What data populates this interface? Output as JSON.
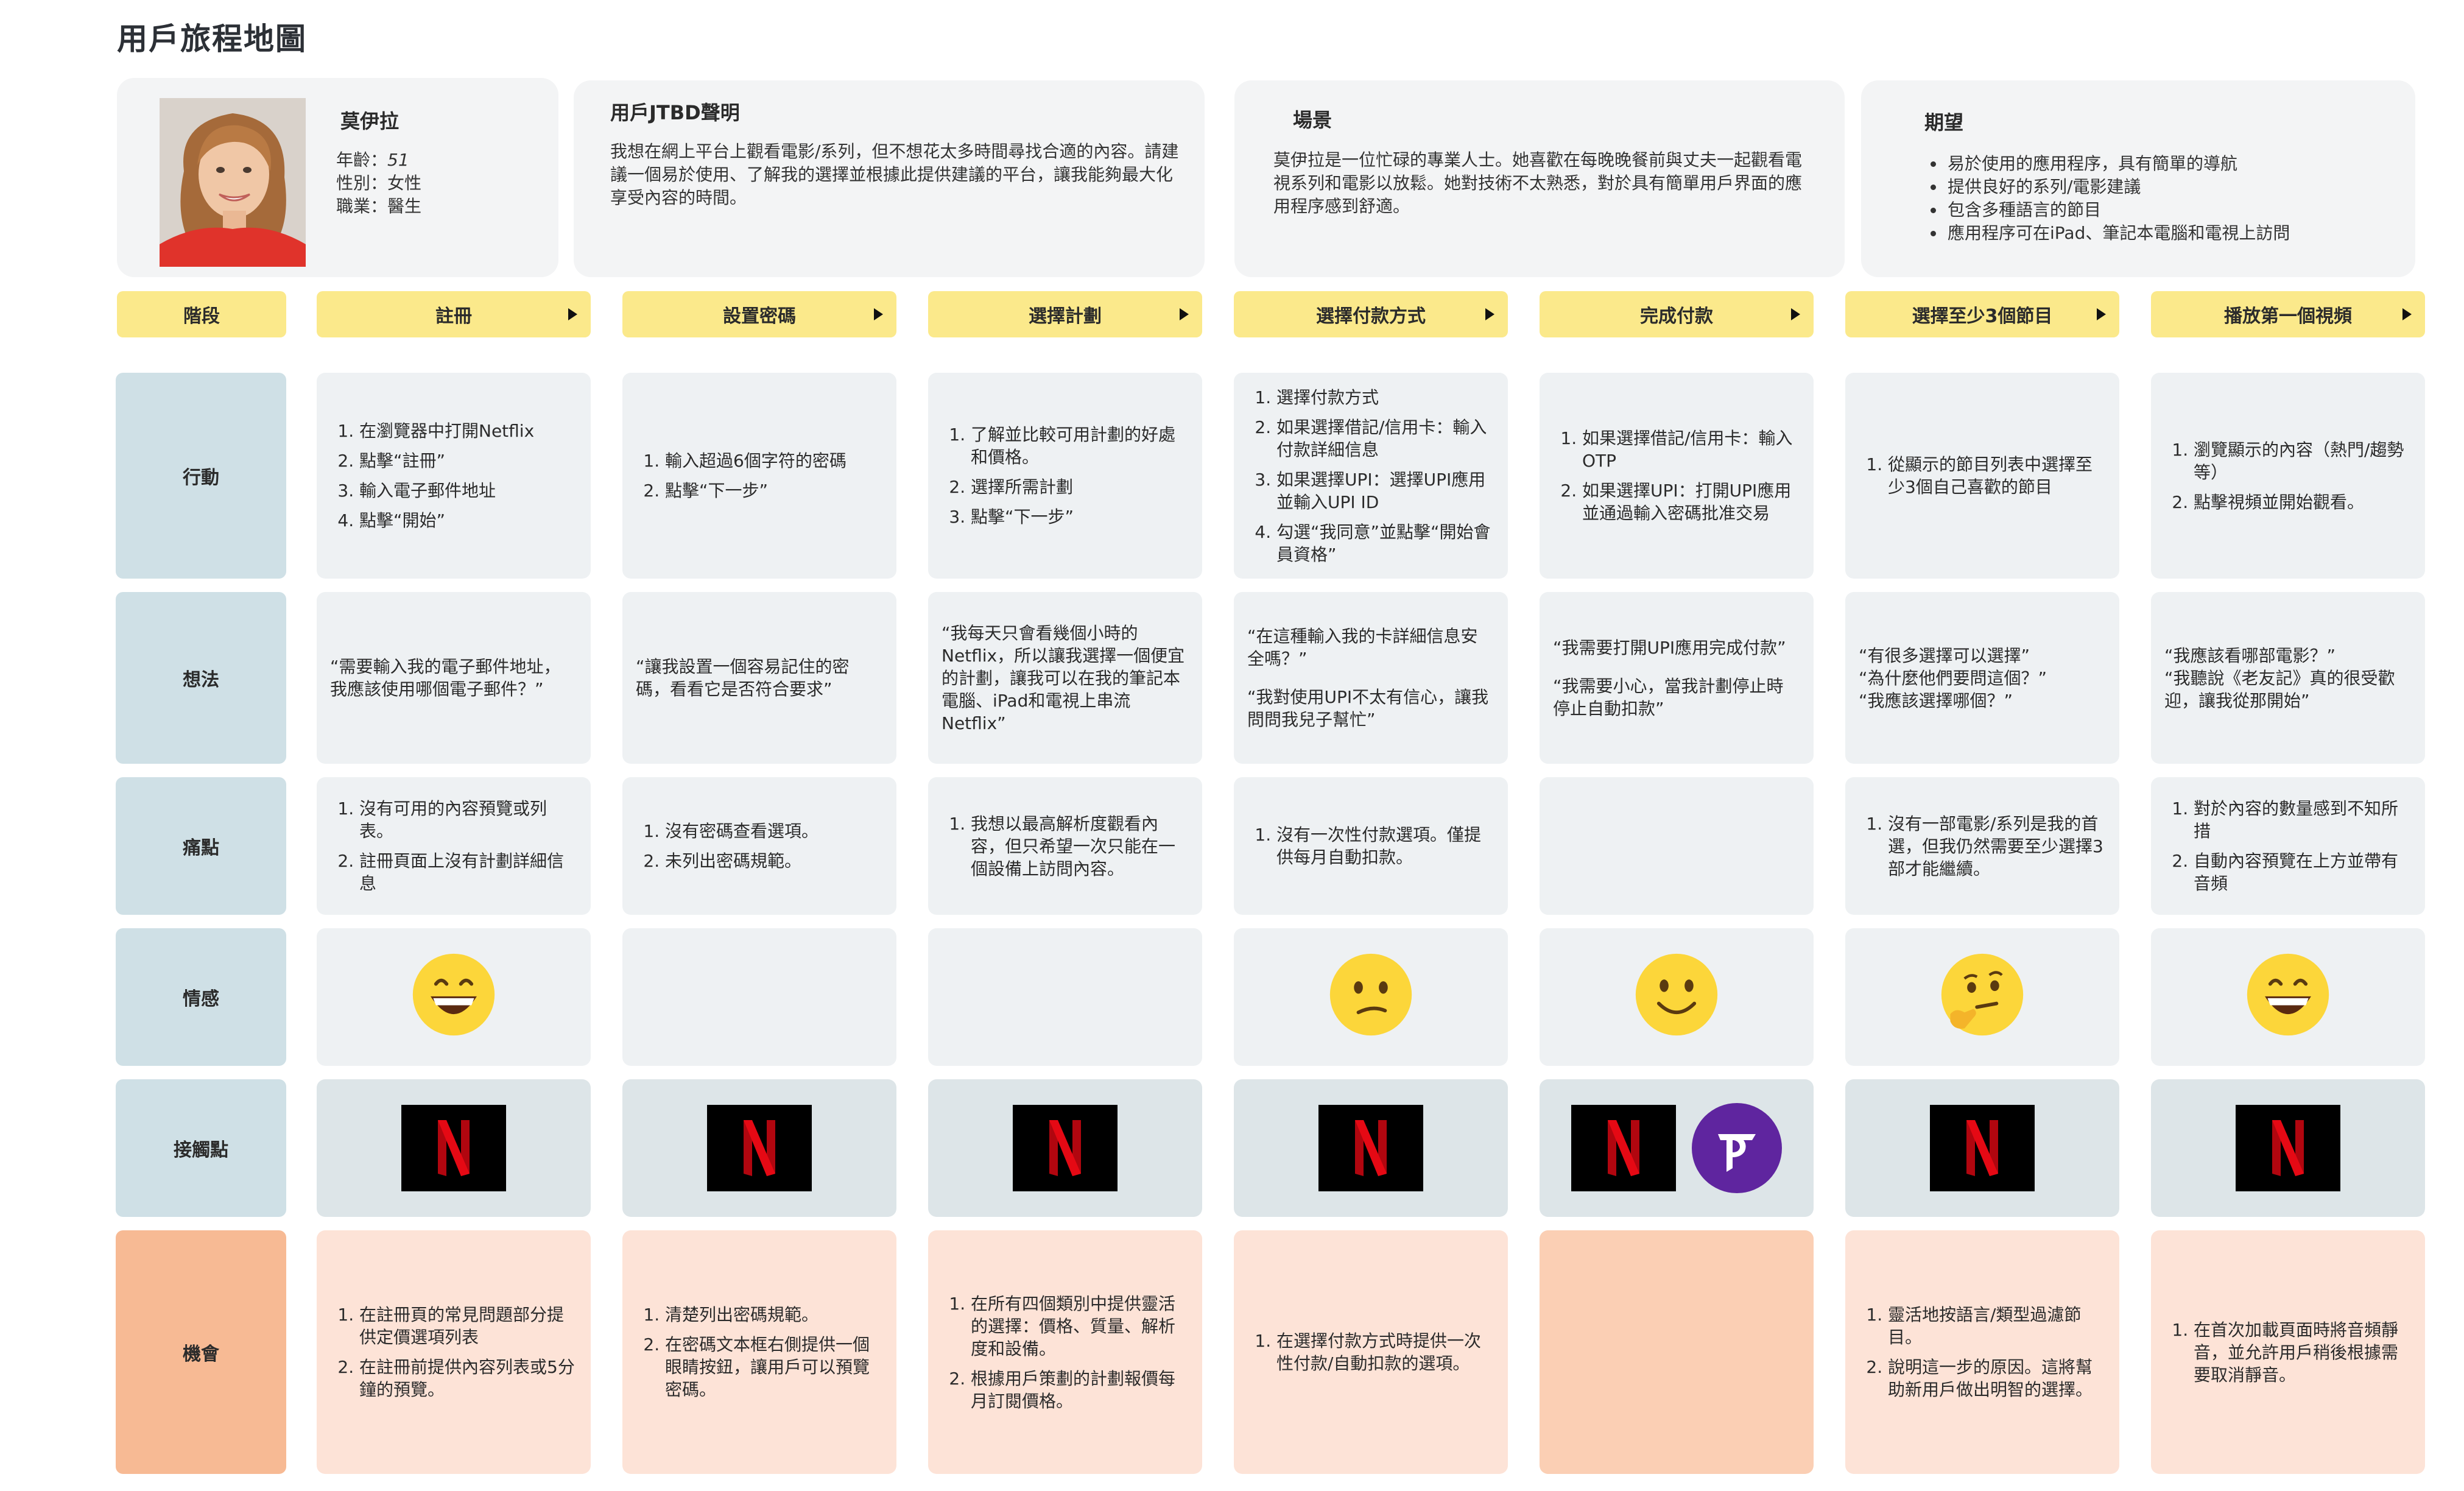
{
  "title": "用戶旅程地圖",
  "persona": {
    "name": "莫伊拉",
    "age_label": "年齡：",
    "age_value": "51",
    "gender": "性別：女性",
    "job": "職業：醫生"
  },
  "jtbd": {
    "title": "用戶JTBD聲明",
    "text": "我想在網上平台上觀看電影/系列，但不想花太多時間尋找合適的內容。請建議一個易於使用、了解我的選擇並根據此提供建議的平台，讓我能夠最大化享受內容的時間。"
  },
  "scene": {
    "title": "場景",
    "text": "莫伊拉是一位忙碌的專業人士。她喜歡在每晚晚餐前與丈夫一起觀看電視系列和電影以放鬆。她對技術不太熟悉，對於具有簡單用戶界面的應用程序感到舒適。"
  },
  "expectation": {
    "title": "期望",
    "items": [
      "易於使用的應用程序，具有簡單的導航",
      "提供良好的系列/電影建議",
      "包含多種語言的節目",
      "應用程序可在iPad、筆記本電腦和電視上訪問"
    ]
  },
  "stage_header": "階段",
  "stages": [
    "註冊",
    "設置密碼",
    "選擇計劃",
    "選擇付款方式",
    "完成付款",
    "選擇至少3個節目",
    "播放第一個視頻"
  ],
  "row_labels": {
    "actions": "行動",
    "thoughts": "想法",
    "pain": "痛點",
    "emotion": "情感",
    "touch": "接觸點",
    "opportunity": "機會"
  },
  "actions": [
    [
      "在瀏覽器中打開Netflix",
      "點擊“註冊”",
      "輸入電子郵件地址",
      "點擊“開始”"
    ],
    [
      "輸入超過6個字符的密碼",
      "點擊“下一步”"
    ],
    [
      "了解並比較可用計劃的好處和價格。",
      "選擇所需計劃",
      "點擊“下一步”"
    ],
    [
      "選擇付款方式",
      "如果選擇借記/信用卡：輸入付款詳細信息",
      "如果選擇UPI：選擇UPI應用並輸入UPI ID",
      "勾選“我同意”並點擊“開始會員資格”"
    ],
    [
      "如果選擇借記/信用卡：輸入OTP",
      "如果選擇UPI：打開UPI應用並通過輸入密碼批准交易"
    ],
    [
      "從顯示的節目列表中選擇至少3個自己喜歡的節目"
    ],
    [
      "瀏覽顯示的內容（熱門/趨勢等）",
      "點擊視頻並開始觀看。"
    ]
  ],
  "thoughts": [
    [
      "“需要輸入我的電子郵件地址，我應該使用哪個電子郵件？”"
    ],
    [
      "“讓我設置一個容易記住的密碼，看看它是否符合要求”"
    ],
    [
      "“我每天只會看幾個小時的Netflix，所以讓我選擇一個便宜的計劃，讓我可以在我的筆記本電腦、iPad和電視上串流Netflix”"
    ],
    [
      "“在這種輸入我的卡詳細信息安全嗎？”",
      "“我對使用UPI不太有信心，讓我問問我兒子幫忙”"
    ],
    [
      "“我需要打開UPI應用完成付款”",
      "“我需要小心，當我計劃停止時停止自動扣款”"
    ],
    [
      "“有很多選擇可以選擇”\n“為什麼他們要問這個？”\n“我應該選擇哪個？”"
    ],
    [
      "“我應該看哪部電影？”\n“我聽說《老友記》真的很受歡迎，讓我從那開始”"
    ]
  ],
  "pain": [
    [
      "沒有可用的內容預覽或列表。",
      "註冊頁面上沒有計劃詳細信息"
    ],
    [
      "沒有密碼查看選項。",
      "未列出密碼規範。"
    ],
    [
      "我想以最高解析度觀看內容，但只希望一次只能在一個設備上訪問內容。"
    ],
    [
      "沒有一次性付款選項。僅提供每月自動扣款。"
    ],
    [],
    [
      "沒有一部電影/系列是我的首選，但我仍然需要至少選擇3部才能繼續。"
    ],
    [
      "對於內容的數量感到不知所措",
      "自動內容預覽在上方並帶有音頻"
    ]
  ],
  "emotion": [
    "grinning-face",
    "",
    "",
    "confused-face",
    "smiling-face",
    "thinking-face",
    "grinning-face"
  ],
  "touchpoints": [
    [
      "netflix"
    ],
    [
      "netflix"
    ],
    [
      "netflix"
    ],
    [
      "netflix"
    ],
    [
      "netflix",
      "phonepe"
    ],
    [
      "netflix"
    ],
    [
      "netflix"
    ]
  ],
  "logo_text": {
    "netflix": "N",
    "phonepe": "पे"
  },
  "opportunities": [
    [
      "在註冊頁的常見問題部分提供定價選項列表",
      "在註冊前提供內容列表或5分鐘的預覽。"
    ],
    [
      "清楚列出密碼規範。",
      "在密碼文本框右側提供一個眼睛按鈕，讓用戶可以預覽密碼。"
    ],
    [
      "在所有四個類別中提供靈活的選擇：價格、質量、解析度和設備。",
      "根據用戶策劃的計劃報價每月訂閱價格。"
    ],
    [
      "在選擇付款方式時提供一次性付款/自動扣款的選項。"
    ],
    [],
    [
      "靈活地按語言/類型過濾節目。",
      "說明這一步的原因。這將幫助新用戶做出明智的選擇。"
    ],
    [
      "在首次加載頁面時將音頻靜音，並允許用戶稍後根據需要取消靜音。"
    ]
  ],
  "colors": {
    "stage": "#fbe98b",
    "label": "#cfe0e6",
    "label_opportunity": "#f7ba94",
    "cell": "#eef1f3",
    "cell_opportunity": "#fde3d7",
    "netflix_red": "#e50914",
    "phonepe_purple": "#5f259f"
  }
}
